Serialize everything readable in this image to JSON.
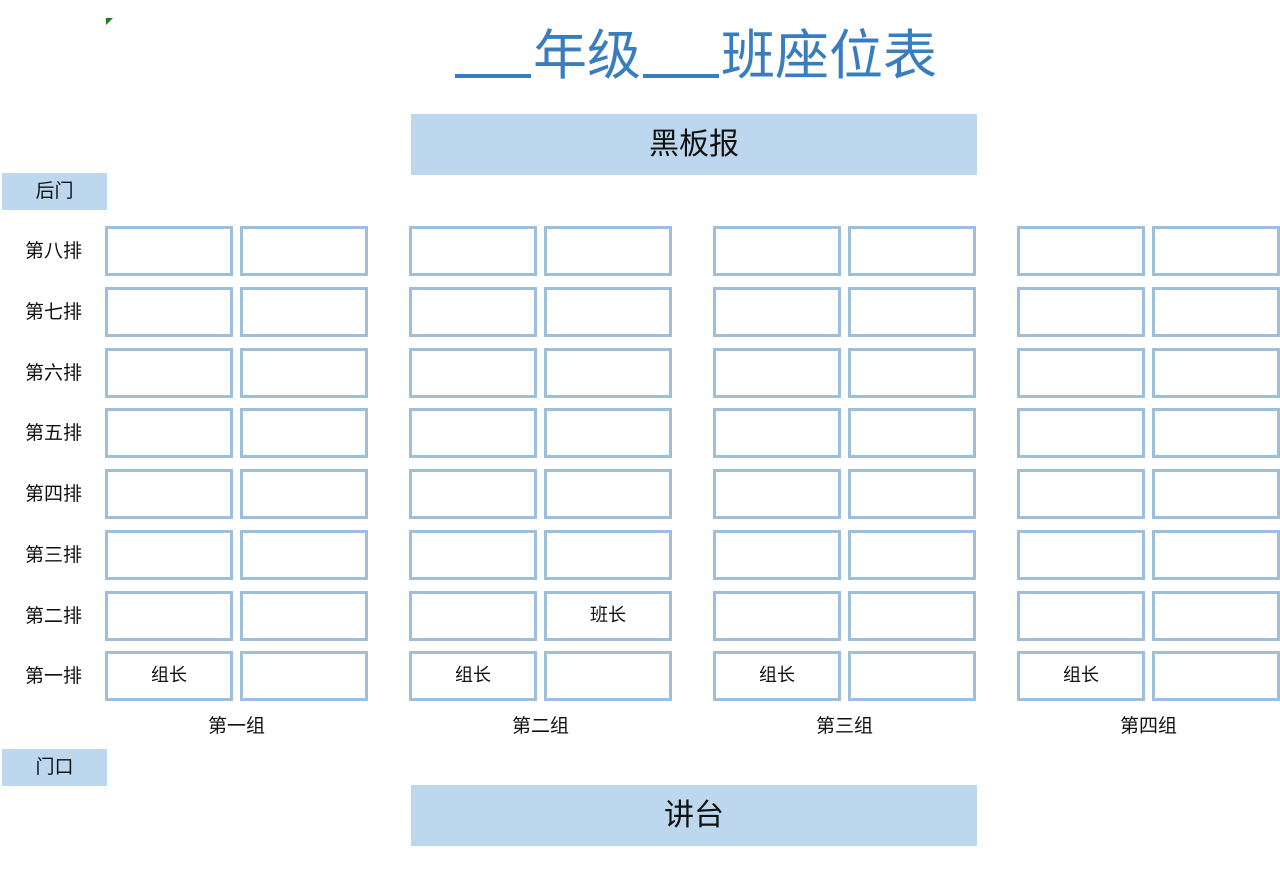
{
  "title": {
    "blank1": "___",
    "grade": "年级",
    "blank2": "___",
    "rest": "班座位表",
    "color": "#3a7dbf"
  },
  "blackboard": "黑板报",
  "podium": "讲台",
  "back_door": "后门",
  "front_door": "门口",
  "rows": [
    "第八排",
    "第七排",
    "第六排",
    "第五排",
    "第四排",
    "第三排",
    "第二排",
    "第一排"
  ],
  "groups": [
    "第一组",
    "第二组",
    "第三组",
    "第四组"
  ],
  "seats": {
    "g1": [
      [
        "",
        ""
      ],
      [
        "",
        ""
      ],
      [
        "",
        ""
      ],
      [
        "",
        ""
      ],
      [
        "",
        ""
      ],
      [
        "",
        ""
      ],
      [
        "",
        ""
      ],
      [
        "组长",
        ""
      ]
    ],
    "g2": [
      [
        "",
        ""
      ],
      [
        "",
        ""
      ],
      [
        "",
        ""
      ],
      [
        "",
        ""
      ],
      [
        "",
        ""
      ],
      [
        "",
        ""
      ],
      [
        "",
        "班长"
      ],
      [
        "组长",
        ""
      ]
    ],
    "g3": [
      [
        "",
        ""
      ],
      [
        "",
        ""
      ],
      [
        "",
        ""
      ],
      [
        "",
        ""
      ],
      [
        "",
        ""
      ],
      [
        "",
        ""
      ],
      [
        "",
        ""
      ],
      [
        "组长",
        ""
      ]
    ],
    "g4": [
      [
        "",
        ""
      ],
      [
        "",
        ""
      ],
      [
        "",
        ""
      ],
      [
        "",
        ""
      ],
      [
        "",
        ""
      ],
      [
        "",
        ""
      ],
      [
        "",
        ""
      ],
      [
        "组长",
        ""
      ]
    ]
  },
  "colors": {
    "band": "#bdd7ee",
    "seat_border": "#9dbfdc"
  }
}
